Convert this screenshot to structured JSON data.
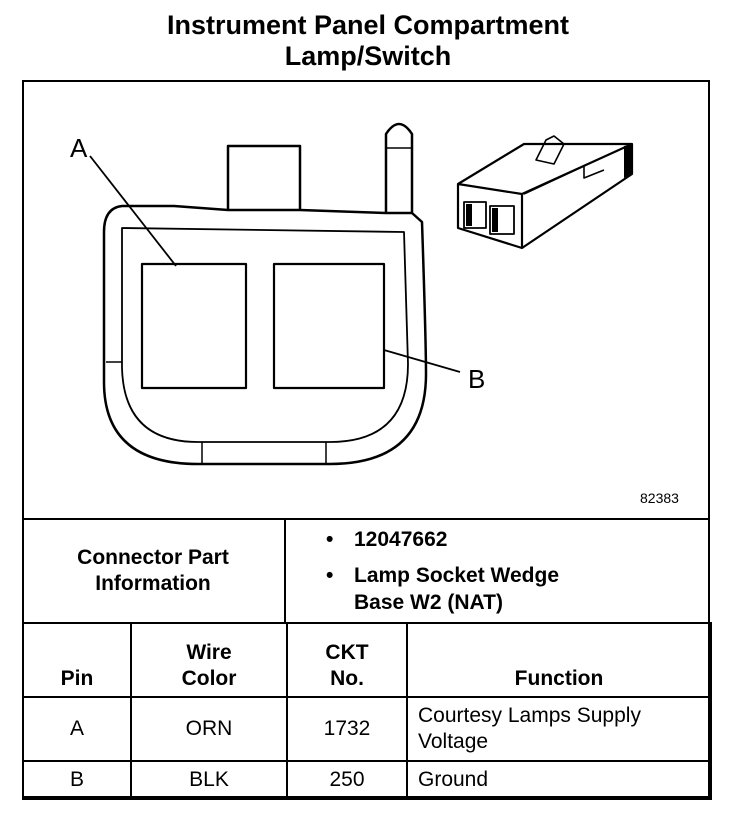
{
  "title": {
    "line1": "Instrument Panel Compartment",
    "line2": "Lamp/Switch"
  },
  "diagram": {
    "label_a": "A",
    "label_b": "B",
    "figure_id": "82383"
  },
  "connector_info": {
    "heading": "Connector Part Information",
    "bullet": "•",
    "items": [
      "12047662",
      "Lamp Socket Wedge Base W2 (NAT)"
    ]
  },
  "pin_table": {
    "headers": {
      "pin": "Pin",
      "wire_color": "Wire Color",
      "ckt_no": "CKT No.",
      "function": "Function"
    },
    "rows": [
      {
        "pin": "A",
        "wire_color": "ORN",
        "ckt_no": "1732",
        "function": "Courtesy Lamps Supply Voltage"
      },
      {
        "pin": "B",
        "wire_color": "BLK",
        "ckt_no": "250",
        "function": "Ground"
      }
    ]
  }
}
